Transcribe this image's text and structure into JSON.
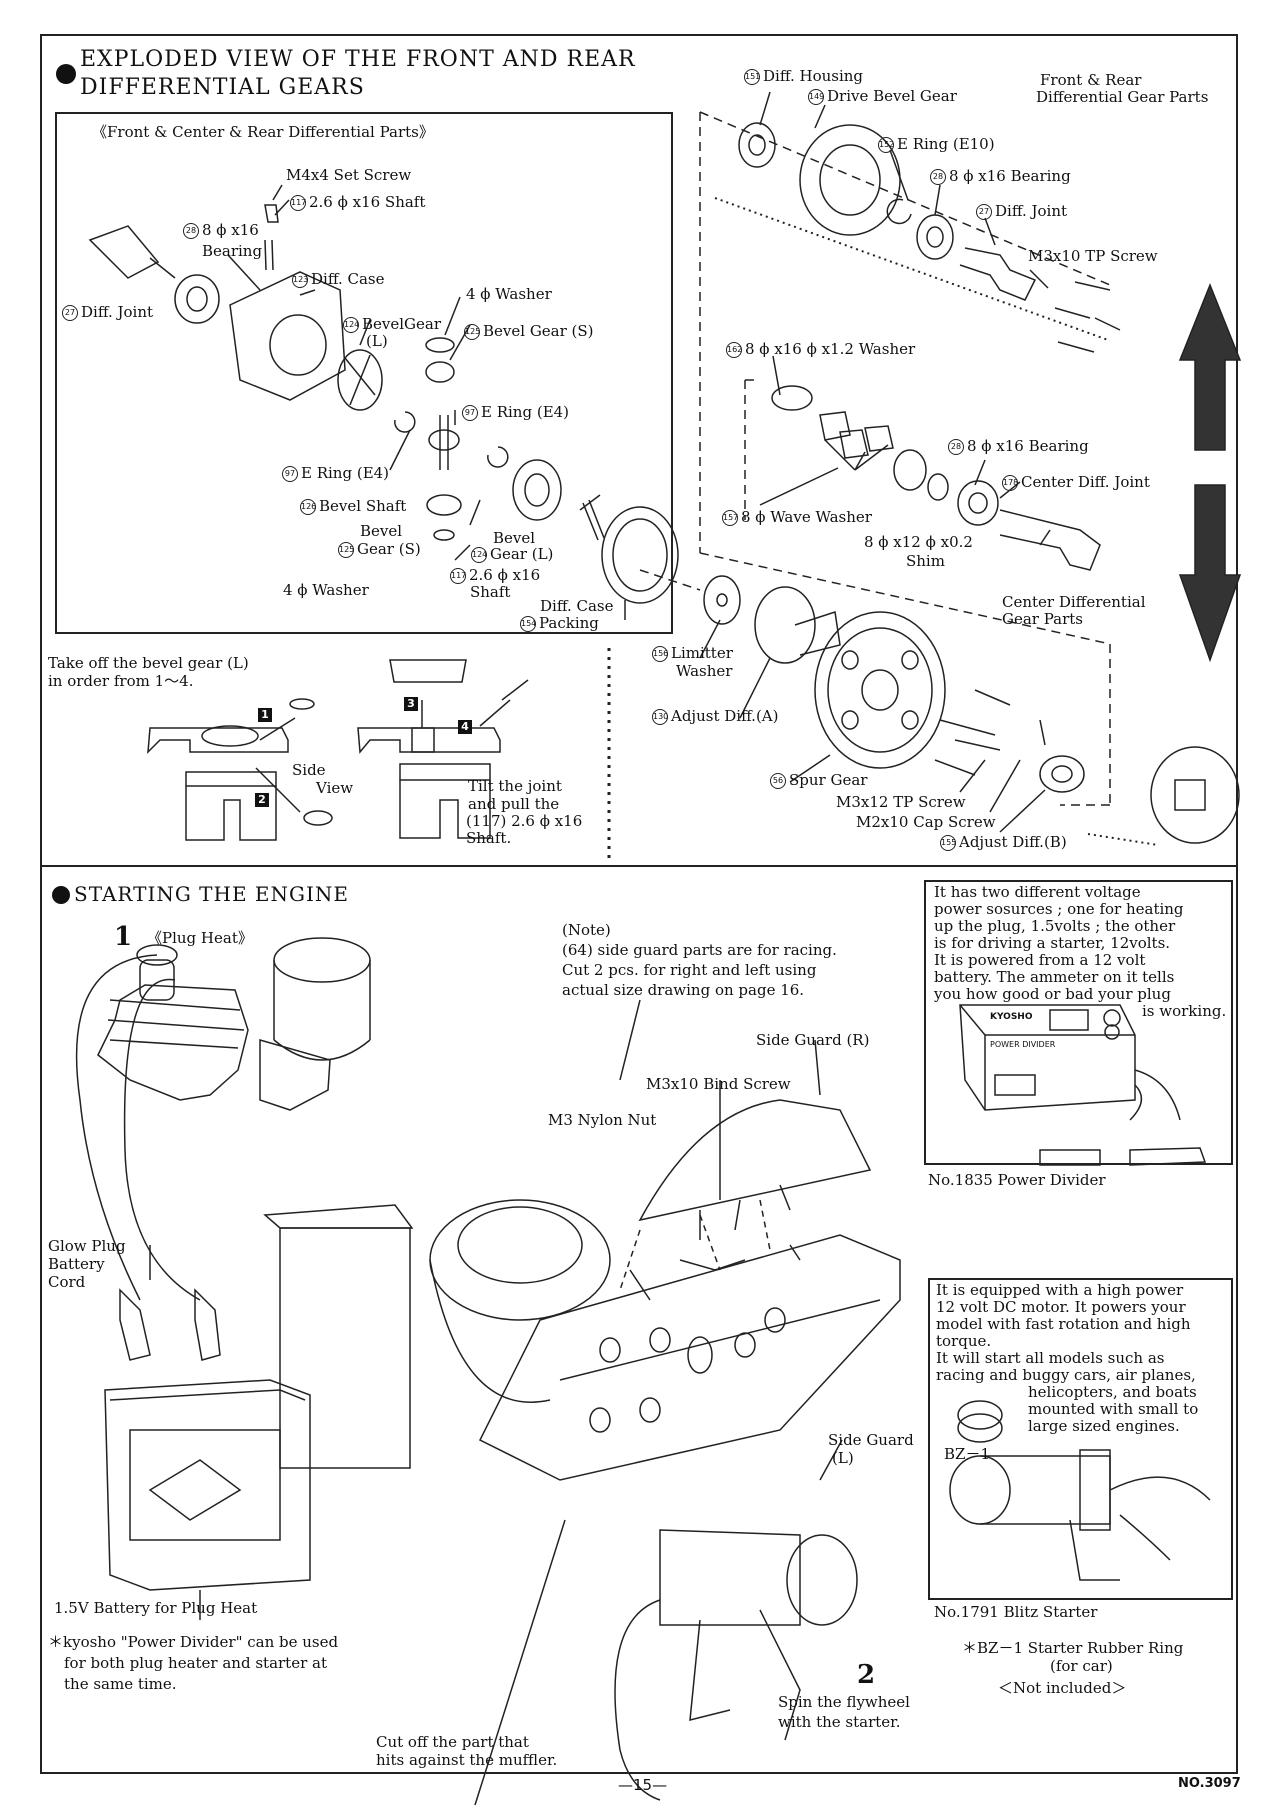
{
  "diff": {
    "title_line1": "EXPLODED VIEW OF THE FRONT AND REAR",
    "title_line2": "DIFFERENTIAL GEARS",
    "box_title": "《Front & Center & Rear Differential Parts》",
    "labels": {
      "set_screw": "M4x4 Set Screw",
      "shaft_26": "2.6 ϕ x16 Shaft",
      "bearing_816a": "8 ϕ x16",
      "bearing_816b": "Bearing",
      "diff_case": "Diff. Case",
      "diff_joint_left": "Diff. Joint",
      "washer_4_top": "4 ϕ Washer",
      "bevel_gear_l_a": "BevelGear",
      "bevel_gear_l_b": "(L)",
      "bevel_gear_s_top": "Bevel Gear (S)",
      "e_ring_right": "E Ring (E4)",
      "e_ring_left": "E Ring (E4)",
      "bevel_shaft": "Bevel Shaft",
      "bevel_gear_s_a": "Bevel",
      "bevel_gear_s_b": "Gear (S)",
      "bevel_gear_l2_a": "Bevel",
      "bevel_gear_l2_b": "Gear (L)",
      "shaft_26_2a": "2.6 ϕ x16",
      "shaft_26_2b": "Shaft",
      "washer_4_bottom": "4 ϕ Washer",
      "case_packing_a": "Diff. Case",
      "case_packing_b": "Packing"
    },
    "removal": {
      "line1": "Take off the bevel gear (L)",
      "line2": "in order from",
      "range": "1～4.",
      "side_view_a": "Side",
      "side_view_b": "View",
      "tilt1": "Tilt the joint",
      "tilt2": "and pull the",
      "tilt3": "(117) 2.6 ϕ x16",
      "tilt4": "Shaft.",
      "step1": "1",
      "step2": "2",
      "step3": "3",
      "step4": "4"
    },
    "right_labels": {
      "diff_housing": "Diff. Housing",
      "drive_bevel": "Drive Bevel Gear",
      "fr_parts_a": "Front & Rear",
      "fr_parts_b": "Differential Gear Parts",
      "e_ring_e10": "E Ring (E10)",
      "bearing_816": "8 ϕ x16 Bearing",
      "diff_joint": "Diff. Joint",
      "tp_screw_m3x10": "M3x10 TP Screw",
      "washer_12": "8 ϕ x16 ϕ x1.2 Washer",
      "bearing_816_c": "8 ϕ x16 Bearing",
      "center_joint": "Center Diff. Joint",
      "wave_washer": "8 ϕ Wave Washer",
      "shim_a": "8 ϕ x12 ϕ x0.2",
      "shim_b": "Shim",
      "center_parts_a": "Center Differential",
      "center_parts_b": "Gear Parts",
      "limiter_a": "Limitter",
      "limiter_b": "Washer",
      "adjust_a": "Adjust Diff.(A)",
      "spur_gear": "Spur Gear",
      "tp_screw_m3x12": "M3x12 TP Screw",
      "cap_screw": "M2x10 Cap Screw",
      "adjust_b": "Adjust Diff.(B)"
    }
  },
  "engine": {
    "title": "STARTING THE ENGINE",
    "step1_num": "1",
    "step1_title": "《Plug Heat》",
    "note": [
      "(Note)",
      "(64) side guard parts are for racing.",
      "Cut 2 pcs. for right and left using",
      "actual size drawing on page 16."
    ],
    "side_guard_r": "Side Guard (R)",
    "bind_screw": "M3x10 Bind Screw",
    "nylon_nut": "M3 Nylon Nut",
    "glow_a": "Glow Plug",
    "glow_b": "Battery",
    "glow_c": "Cord",
    "battery": "1.5V Battery for Plug Heat",
    "kyosho_note": [
      "＊kyosho \"Power Divider\" can be used",
      "for both plug heater and starter at",
      "the same time."
    ],
    "side_guard_l_a": "Side Guard",
    "side_guard_l_b": "(L)",
    "cut_off_a": "Cut off the part that",
    "cut_off_b": "hits against the muffler.",
    "step2_num": "2",
    "step2_a": "Spin the flywheel",
    "step2_b": "with the starter."
  },
  "power_divider": {
    "text": [
      "It has two different voltage",
      "power sosurces ; one for heating",
      "up the plug, 1.5volts ; the other",
      "is for driving a starter, 12volts.",
      "It is powered from a 12 volt",
      "battery. The ammeter on it tells",
      "you how good or bad your plug",
      "is working."
    ],
    "caption": "No.1835 Power Divider",
    "brand": "KYOSHO",
    "product": "POWER DIVIDER"
  },
  "blitz": {
    "text": [
      "It is equipped with a high power",
      "12 volt DC motor. It powers your",
      "model with fast rotation and high",
      "torque.",
      "It will start all models such as",
      "racing and buggy cars, air planes,",
      "helicopters, and boats",
      "mounted with small to",
      "large sized engines."
    ],
    "bz1": "BZ－1",
    "caption": "No.1791 Blitz Starter",
    "ring_a": "＊BZ－1 Starter Rubber Ring",
    "ring_b": "(for car)",
    "ring_c": "＜Not included＞"
  },
  "footer": {
    "page": "—15—",
    "doc_no": "NO.3097"
  }
}
